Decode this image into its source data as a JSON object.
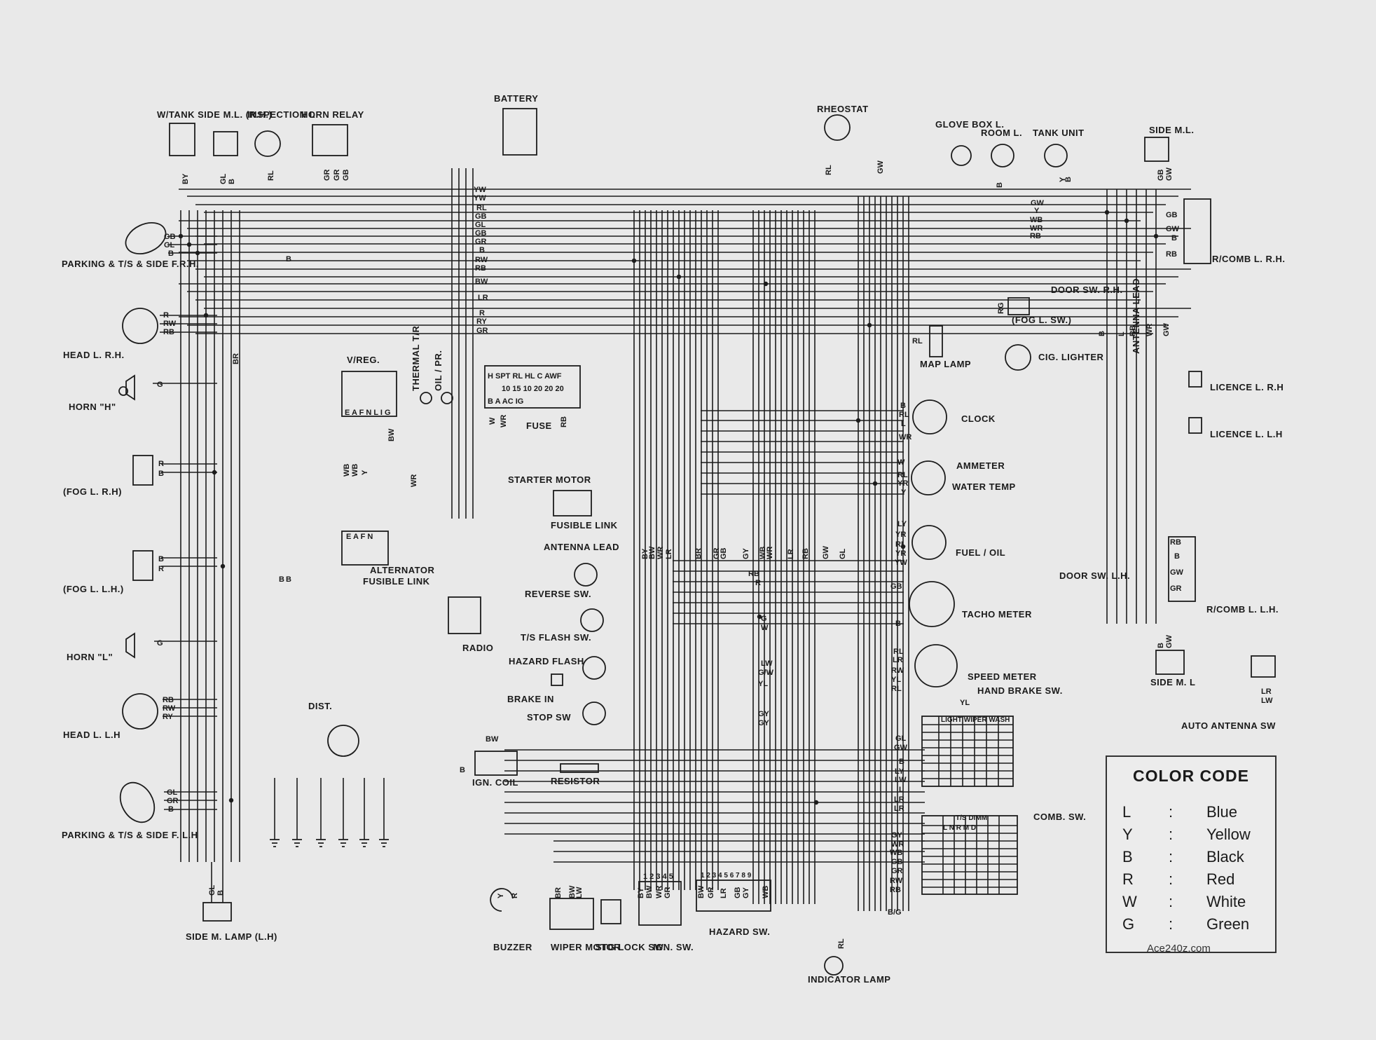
{
  "components": {
    "tank_side_ml_rh": "W/TANK SIDE M.L. (R.H.)",
    "inspection_l": "INSPECTION L",
    "horn_relay": "HORN RELAY",
    "battery": "BATTERY",
    "rheostat": "RHEOSTAT",
    "glove_box_l": "GLOVE BOX L.",
    "room_l": "ROOM L.",
    "tank_unit": "TANK UNIT",
    "side_ml": "SIDE M.L.",
    "parking_ts_side_frh": "PARKING & T/S & SIDE F.R.H.",
    "head_l_rh": "HEAD L. R.H.",
    "horn_h": "HORN \"H\"",
    "v_reg": "V/REG.",
    "thermal_tr": "THERMAL T/R",
    "oil_pr": "OIL / PR.",
    "fuse": "FUSE",
    "fog_l_rh": "(FOG L. R.H)",
    "fog_l_lh": "(FOG L. L.H.)",
    "starter_motor": "STARTER MOTOR",
    "fusible_link": "FUSIBLE LINK",
    "antenna_lead": "ANTENNA LEAD",
    "alternator": "ALTERNATOR",
    "alternator_fusible_link": "FUSIBLE LINK",
    "horn_l": "HORN \"L\"",
    "radio": "RADIO",
    "reverse_sw": "REVERSE SW.",
    "ts_flash_sw": "T/S FLASH SW.",
    "hazard_flash": "HAZARD FLASH",
    "brake_in": "BRAKE IN",
    "stop_sw": "STOP SW",
    "head_l_lh": "HEAD L. L.H",
    "dist": "DIST.",
    "ign_coil": "IGN. COIL",
    "resistor": "RESISTOR",
    "parking_ts_side_flh": "PARKING & T/S & SIDE F. L.H",
    "side_m_lamp_lh": "SIDE M. LAMP (L.H)",
    "buzzer": "BUZZER",
    "wiper_motor": "WIPER MOTOR",
    "stg_lock_sw": "STG LOCK SW.",
    "ign_sw": "IGN. SW.",
    "hazard_sw": "HAZARD SW.",
    "indicator_lamp": "INDICATOR LAMP",
    "comb_sw": "COMB. SW.",
    "map_lamp": "MAP LAMP",
    "cig_lighter": "CIG. LIGHTER",
    "clock": "CLOCK",
    "ammeter": "AMMETER",
    "water_temp": "WATER TEMP",
    "fuel_oil": "FUEL / OIL",
    "tacho_meter": "TACHO METER",
    "speed_meter": "SPEED METER",
    "hand_brake_sw": "HAND BRAKE SW.",
    "door_sw_rh": "DOOR SW. R.H.",
    "door_sw_lh": "DOOR SW. L.H.",
    "fog_l_sw": "(FOG L. SW.)",
    "antenna_lead_vert": "ANTENNA LEAD",
    "rcomb_l_rh": "R/COMB L. R.H.",
    "rcomb_l_lh": "R/COMB L. L.H.",
    "licence_l_rh": "LICENCE L. R.H",
    "licence_l_lh": "LICENCE L. L.H",
    "side_ml_l": "SIDE M. L",
    "auto_antenna_sw": "AUTO ANTENNA SW"
  },
  "fuse_block": {
    "top": "H SPT RL HL C AWF",
    "bottom": "B A AC IG",
    "ratings": "10 15 10 20 20 20"
  },
  "regulator_terminals": "E A F N L I G",
  "alternator_terminals": "E A F N",
  "comb_sw_tables": {
    "light_wiper": "LIGHT WIPER WASH",
    "ts_dimm": "T/S DIMM",
    "ts_cols": "L N R M D"
  },
  "ign_sw_cols": "1 2 3 4 5",
  "hazard_sw_cols": "1 2 3 4 5 6 7 8 9",
  "color_code": {
    "title": "COLOR CODE",
    "entries": [
      {
        "code": "L",
        "name": "Blue"
      },
      {
        "code": "Y",
        "name": "Yellow"
      },
      {
        "code": "B",
        "name": "Black"
      },
      {
        "code": "R",
        "name": "Red"
      },
      {
        "code": "W",
        "name": "White"
      },
      {
        "code": "G",
        "name": "Green"
      }
    ]
  },
  "credit": "Ace240z.com"
}
